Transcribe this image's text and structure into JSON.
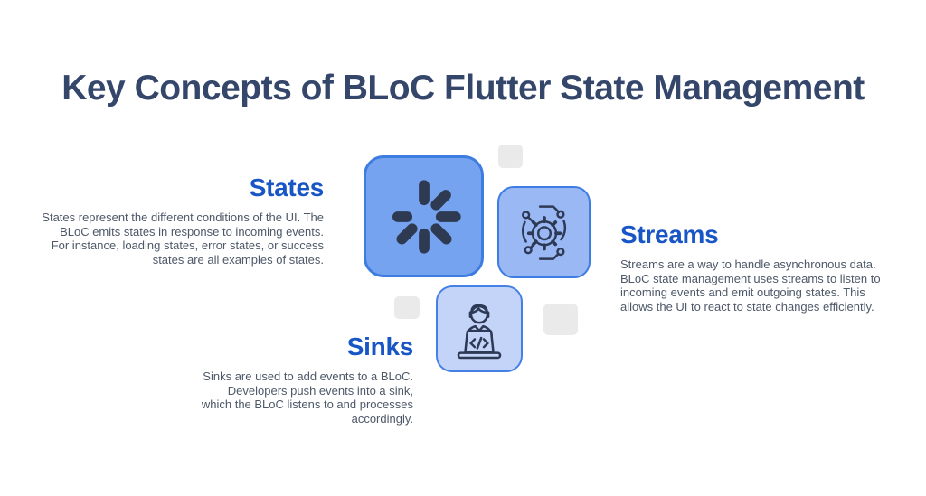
{
  "page": {
    "title": "Key Concepts of BLoC Flutter State Management"
  },
  "colors": {
    "title_text": "#35466B",
    "heading_accent": "#1856C6",
    "body_text": "#4D5868",
    "icon_stroke": "#2E3A55",
    "tile_states_fill": "#76A3EF",
    "tile_streams_fill": "#9AB8F4",
    "tile_sinks_fill": "#C3D4F8",
    "tile_border": "#3D7CE0",
    "decor_square": "#EAEAEA"
  },
  "sections": [
    {
      "id": "states",
      "title": "States",
      "description": "States represent the different conditions of the UI. The BLoC emits states in response to incoming events. For instance, loading states, error states, or success states are all examples of states.",
      "icon": "loading-spinner-icon"
    },
    {
      "id": "streams",
      "title": "Streams",
      "description": "Streams are a way to handle asynchronous data. BLoC state management uses streams to listen to incoming events and emit outgoing states. This allows the UI to react to state changes efficiently.",
      "icon": "gear-network-icon"
    },
    {
      "id": "sinks",
      "title": "Sinks",
      "description": "Sinks are used to add events to a BLoC. Developers push events into a sink, which the BLoC listens to and processes accordingly.",
      "icon": "developer-laptop-icon"
    }
  ]
}
